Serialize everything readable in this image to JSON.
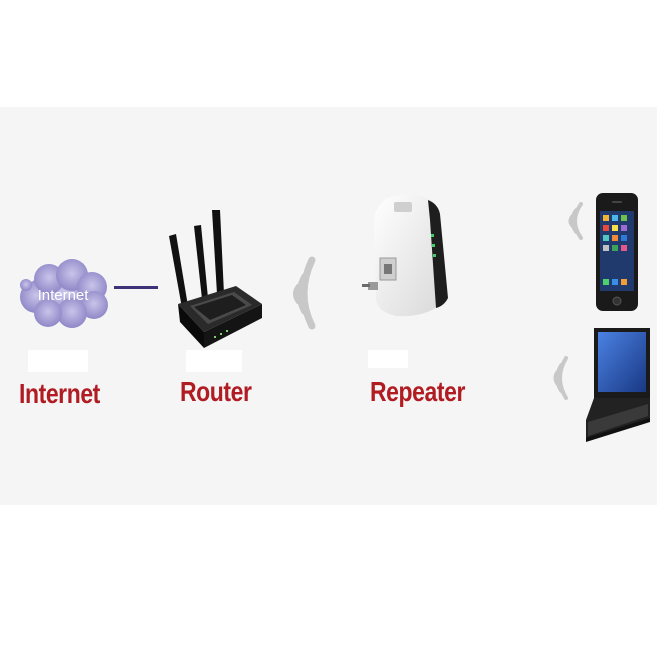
{
  "diagram": {
    "cloud_text": "Internet",
    "labels": {
      "internet": "Internet",
      "router": "Router",
      "repeater": "Repeater"
    },
    "colors": {
      "label": "#b01c22",
      "cloud": "#8f86c8",
      "link_line": "#3b3278",
      "signal": "#c8c8c8"
    },
    "icons": [
      "cloud-icon",
      "router-icon",
      "wifi-signal-icon",
      "repeater-icon",
      "smartphone-icon",
      "laptop-icon"
    ]
  }
}
